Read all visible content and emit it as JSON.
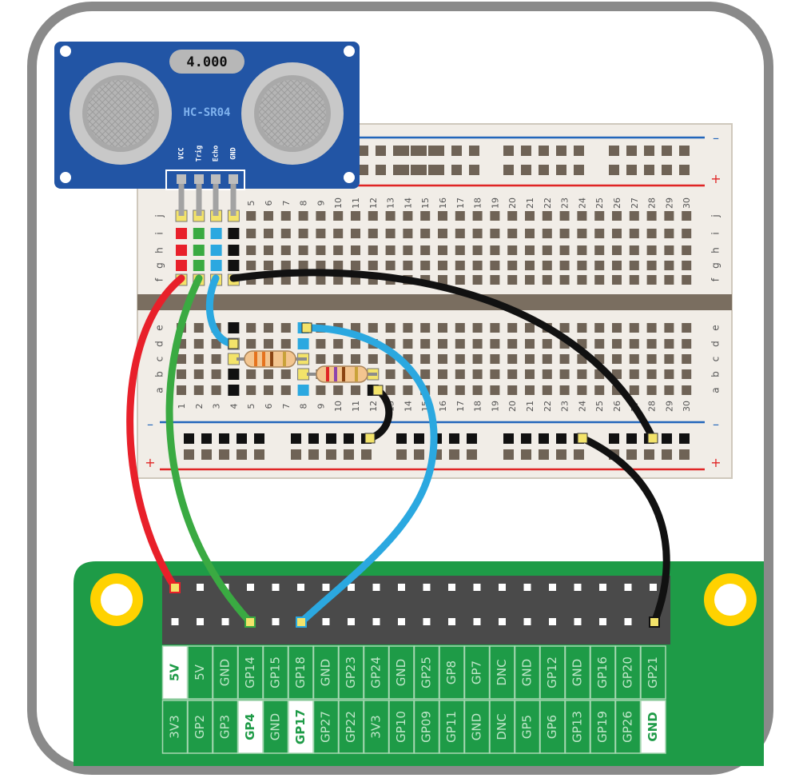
{
  "sensor": {
    "model": "HC-SR04",
    "display": "4.000",
    "pins": [
      "VCC",
      "Trig",
      "Echo",
      "GND"
    ]
  },
  "breadboard": {
    "columns": [
      "1",
      "2",
      "3",
      "4",
      "5",
      "6",
      "7",
      "8",
      "9",
      "10",
      "11",
      "12",
      "13",
      "14",
      "15",
      "16",
      "17",
      "18",
      "19",
      "20",
      "21",
      "22",
      "23",
      "24",
      "25",
      "26",
      "27",
      "28",
      "29",
      "30"
    ],
    "top_rows": [
      "j",
      "i",
      "h",
      "g",
      "f"
    ],
    "bottom_rows": [
      "e",
      "d",
      "c",
      "b",
      "a"
    ],
    "rail_minus": "–",
    "rail_plus": "+"
  },
  "header": {
    "top_row": [
      "5V",
      "5V",
      "GND",
      "GP14",
      "GP15",
      "GP18",
      "GND",
      "GP23",
      "GP24",
      "GND",
      "GP25",
      "GP8",
      "GP7",
      "DNC",
      "GND",
      "GP12",
      "GND",
      "GP16",
      "GP20",
      "GP21"
    ],
    "bottom_row": [
      "3V3",
      "GP2",
      "GP3",
      "GP4",
      "GND",
      "GP17",
      "GP27",
      "GP22",
      "3V3",
      "GP10",
      "GP09",
      "GP11",
      "GND",
      "DNC",
      "GP5",
      "GP6",
      "GP13",
      "GP19",
      "GP26",
      "GND"
    ],
    "highlight_top": [
      0
    ],
    "highlight_bottom": [
      3,
      5,
      19
    ]
  },
  "colors": {
    "frame": "#8a8a8a",
    "sensor_blue": "#2255a5",
    "board_green": "#1e9b47",
    "header_dark": "#4a4a4a",
    "breadboard": "#f1ede7",
    "wire_red": "#e8202a",
    "wire_green": "#3aaa42",
    "wire_blue": "#2ba8e0",
    "wire_black": "#111111",
    "rail_red": "#e02525",
    "rail_blue": "#2266bb"
  }
}
